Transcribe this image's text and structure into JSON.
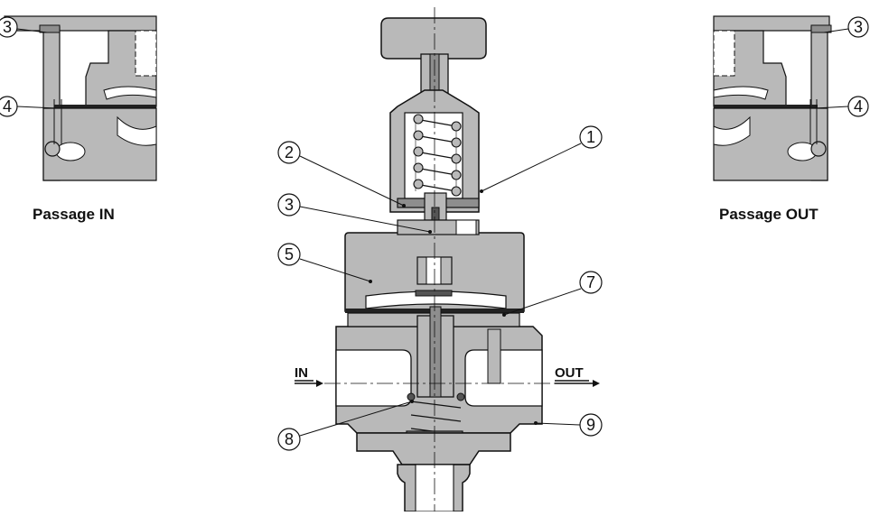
{
  "captions": {
    "passage_in": "Passage IN",
    "passage_out": "Passage OUT"
  },
  "flow": {
    "in": "IN",
    "out": "OUT"
  },
  "callouts": {
    "n1": "1",
    "n2": "2",
    "n3": "3",
    "n5": "5",
    "n7": "7",
    "n8": "8",
    "n9": "9"
  },
  "detail_left_callouts": {
    "n3": "3",
    "n4": "4"
  },
  "detail_right_callouts": {
    "n3": "3",
    "n4": "4"
  },
  "colors": {
    "body_fill": "#b9b9b9",
    "body_dark": "#8e8e8e",
    "line": "#111111",
    "white": "#ffffff"
  }
}
